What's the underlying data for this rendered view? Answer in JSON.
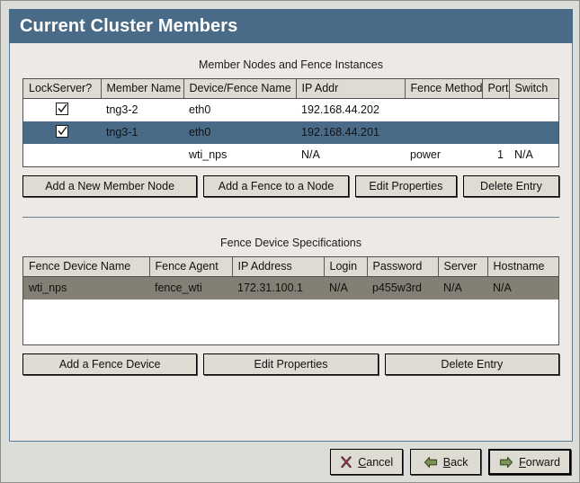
{
  "window": {
    "title": "Current Cluster Members",
    "title_bar_color": "#4a6b87",
    "panel_bg": "#edeae5",
    "footer_bg": "#dcdcd8"
  },
  "members_section": {
    "caption": "Member Nodes and Fence Instances",
    "columns": [
      "LockServer?",
      "Member Name",
      "Device/Fence Name",
      "IP Addr",
      "Fence Method",
      "Port",
      "Switch"
    ],
    "rows": [
      {
        "lockserver_checked": true,
        "member_name": "tng3-2",
        "device_fence_name": "eth0",
        "ip_addr": "192.168.44.202",
        "fence_method": "",
        "port": "",
        "switch": "",
        "selected": false
      },
      {
        "lockserver_checked": true,
        "member_name": "tng3-1",
        "device_fence_name": "eth0",
        "ip_addr": "192.168.44.201",
        "fence_method": "",
        "port": "",
        "switch": "",
        "selected": true
      },
      {
        "lockserver_checked": false,
        "member_name": "",
        "device_fence_name": "wti_nps",
        "ip_addr": "N/A",
        "fence_method": "power",
        "port": "1",
        "switch": "N/A",
        "selected": false
      }
    ],
    "selected_row_color": "#4a6b87",
    "buttons": [
      "Add a New Member Node",
      "Add a Fence to a Node",
      "Edit Properties",
      "Delete Entry"
    ]
  },
  "fence_section": {
    "caption": "Fence Device Specifications",
    "columns": [
      "Fence Device Name",
      "Fence Agent",
      "IP Address",
      "Login",
      "Password",
      "Server",
      "Hostname"
    ],
    "rows": [
      {
        "fence_device_name": "wti_nps",
        "fence_agent": "fence_wti",
        "ip_address": "172.31.100.1",
        "login": "N/A",
        "password": "p455w3rd",
        "server": "N/A",
        "hostname": "N/A",
        "selected": true
      }
    ],
    "selected_row_color": "#847f74",
    "buttons": [
      "Add a Fence Device",
      "Edit Properties",
      "Delete Entry"
    ]
  },
  "footer": {
    "cancel": {
      "label": "Cancel",
      "mnemonic": "C",
      "icon": "cancel-x-icon"
    },
    "back": {
      "label": "Back",
      "mnemonic": "B",
      "icon": "arrow-left-icon"
    },
    "forward": {
      "label": "Forward",
      "mnemonic": "F",
      "icon": "arrow-right-icon",
      "focused": true
    }
  }
}
